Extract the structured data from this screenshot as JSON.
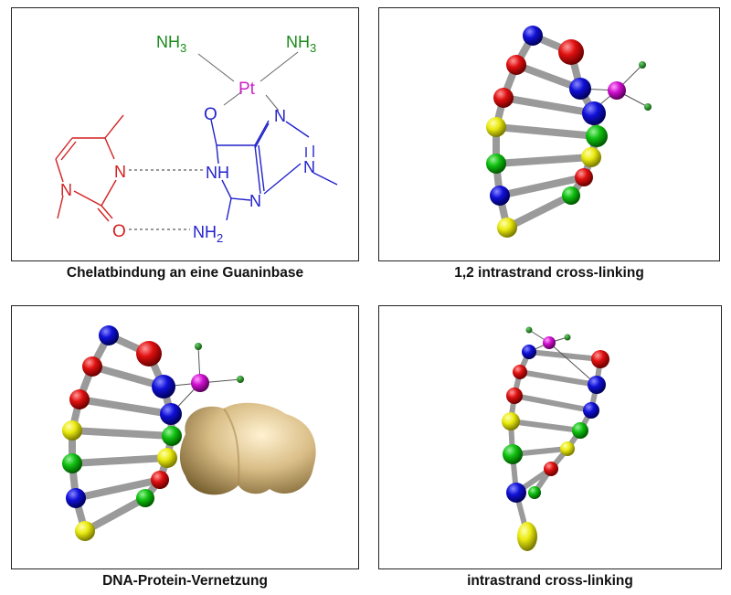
{
  "panels": [
    {
      "caption": "Chelatbindung an eine Guaninbase"
    },
    {
      "caption": "1,2 intrastrand cross-linking"
    },
    {
      "caption": "DNA-Protein-Vernetzung"
    },
    {
      "caption": "intrastrand cross-linking"
    }
  ],
  "structure": {
    "nh3_left": "NH",
    "nh3_left_sub": "3",
    "nh3_right": "NH",
    "nh3_right_sub": "3",
    "pt": "Pt",
    "o_pt": "O",
    "n_imid_top": "N",
    "n_imid_right": "N",
    "nh_ring": "NH",
    "n_ring_bottom": "N",
    "nh2": "NH",
    "nh2_sub": "2",
    "n_pyr": "N",
    "n_pyr_bottom": "N",
    "o_pyr": "O"
  },
  "colors": {
    "red": "#dd2222",
    "blue": "#1a1ad0",
    "green": "#1e9e1e",
    "yellow": "#e8e81a",
    "magenta": "#d21ad2",
    "struct_green": "#1a8a1a",
    "struct_blue": "#2222cc",
    "struct_red": "#d22020",
    "protein": "#d9bd86"
  }
}
